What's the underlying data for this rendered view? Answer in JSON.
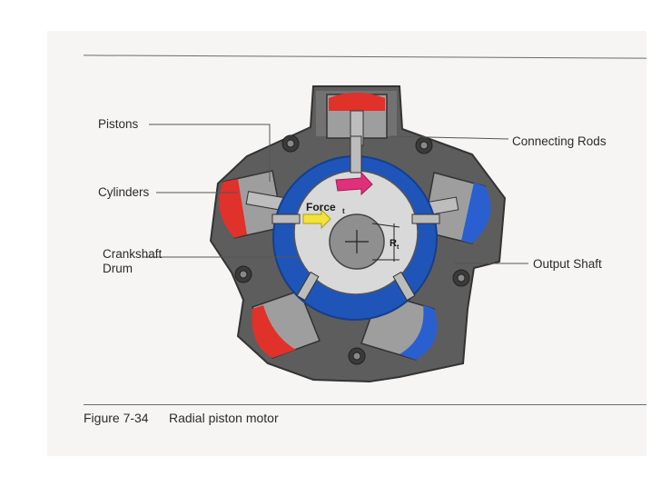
{
  "labels": {
    "pistons": "Pistons",
    "cylinders": "Cylinders",
    "crankshaft_line1": "Crankshaft",
    "crankshaft_line2": "Drum",
    "connecting_rods": "Connecting Rods",
    "output_shaft": "Output Shaft",
    "force": "Force",
    "force_sub": "t",
    "radius": "R",
    "radius_sub": "t"
  },
  "caption": {
    "number": "Figure 7-34",
    "title": "Radial piston motor"
  },
  "colors": {
    "housing": "#5d5d5d",
    "housing_dark": "#3c3c3c",
    "drum_blue": "#1f55b8",
    "red_chamber": "#e0312a",
    "blue_chamber": "#2a5fd0",
    "crank_center": "#d9d9d9",
    "shaft": "#8f8f8f",
    "force_arrow": "#f2e23a",
    "rotation_arrow": "#e0307a"
  }
}
